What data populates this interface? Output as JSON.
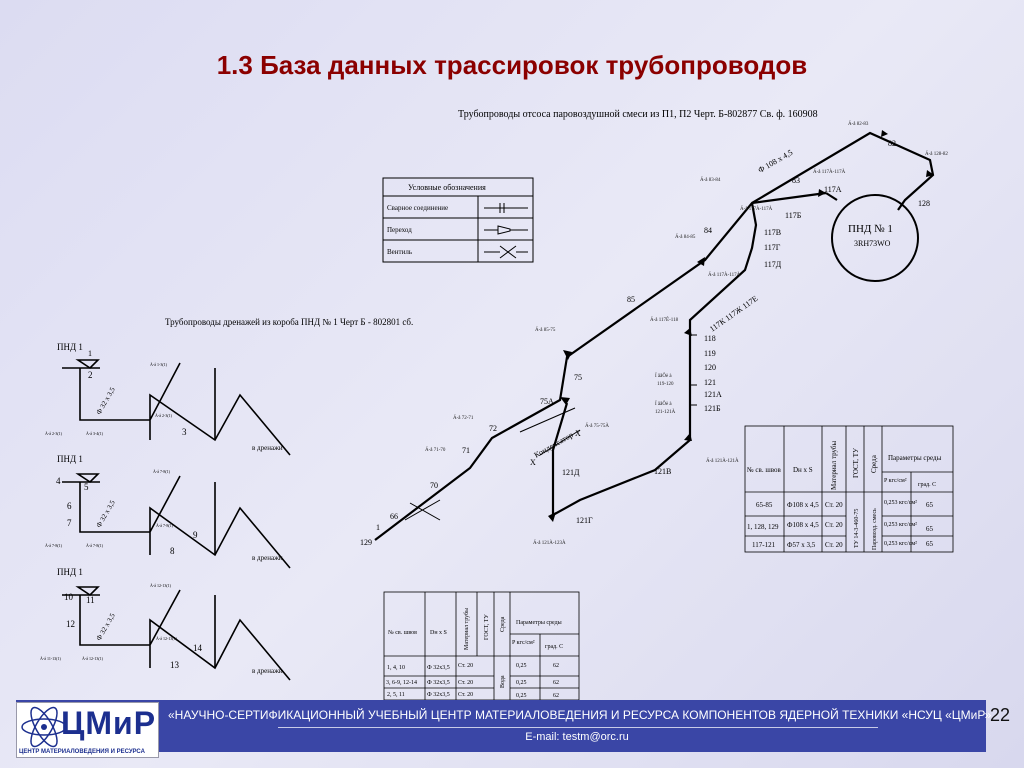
{
  "slide_title": "1.3 База данных трассировок трубопроводов",
  "main_caption": "Трубопроводы отсоса паровоздушной смеси из П1, П2 Черт. Б-802877 Св. ф. 160908",
  "drain_caption": "Трубопроводы дренажей из короба ПНД № 1 Черт Б - 802801 сб.",
  "pnd_label": "ПНД № 1",
  "pnd_code": "3RH73WO",
  "legend": {
    "title": "Условные обозначения",
    "rows": [
      "Сварное соединение",
      "Переход",
      "Вентиль"
    ]
  },
  "pipe_labels": {
    "dim_main": "Ф 108 х 4,5",
    "s82": "82",
    "s83": "83",
    "s84": "84",
    "s85": "85",
    "s117A": "117А",
    "s117B": "117Б",
    "s117V": "117В",
    "s117G": "117Г",
    "s117D": "117Д",
    "s117K_E": "117К 117Ж 117Е",
    "s118": "118",
    "s119": "119",
    "s120": "120",
    "s121": "121",
    "s121A": "121А",
    "s121B": "121Б",
    "s121V": "121В",
    "s121G": "121Г",
    "s121D": "121Д",
    "s128": "128",
    "s75": "75",
    "s75A": "75А",
    "s72": "72",
    "s71": "71",
    "s70": "70",
    "s66": "66",
    "s1": "1",
    "s129": "129",
    "kondensator": "Конденсатор",
    "x": "Х"
  },
  "small_refs": {
    "r82_83": "Ä-å 82-83",
    "r128_82": "Ä-å 128-82",
    "r117A_117A": "Ä-å 117À-117À",
    "r83_84": "Ä-å 83-84",
    "r117A_117A_b": "Ä-å 117À-117À",
    "r84_85": "Ä-å 84-85",
    "r117A_117A_c": "Ä-å 117À-117À",
    "r117E_118": "Ä-å 117Ê-118",
    "r85_75": "Ä-å 85-75",
    "r119_120a": "Ï ååÔè à",
    "r119_120b": "119-120",
    "r121_121a": "Ï ååÔè à",
    "r121_121b": "121-121À",
    "r72_71": "Ä-å 72-71",
    "r75_75A": "Ä-å 75-75À",
    "r71_70": "Ä-å 71-70",
    "r121A_121": "Ä-å 121À-121À",
    "r121A_123A": "Ä-å 121À-123À"
  },
  "drain_blocks": [
    {
      "pnd": "ПНД 1",
      "nums": [
        "1",
        "2",
        "3"
      ],
      "dim": "Ф 32 х 3,5",
      "drain": "в дренажи",
      "refs": [
        "Ä-å 2-3(1)",
        "Ä-å 3-4(1)",
        "Ä-å 1-3(1)",
        "Ä-å 2-3(1)"
      ]
    },
    {
      "pnd": "ПНД 1",
      "nums": [
        "4",
        "5",
        "6",
        "7",
        "8",
        "9"
      ],
      "dim": "Ф 32 х 3,5",
      "drain": "в дренажи",
      "refs": [
        "Ä-å 7-8(1)",
        "Ä-å 7-8(1)",
        "Ä-å 7-8(1)",
        "Ä-å 7-8(1)"
      ]
    },
    {
      "pnd": "ПНД 1",
      "nums": [
        "10",
        "11",
        "12",
        "13",
        "14"
      ],
      "dim": "Ф 32 х 3,5",
      "drain": "в дренажи",
      "refs": [
        "Ä-å 11-13(1)",
        "Ä-å 12-13(1)",
        "Ä-å 12-13(1)",
        "Ä-å 12-13(1)"
      ]
    }
  ],
  "table_right": {
    "headers": [
      "№ св. швов",
      "Dн х S",
      "Материал трубы",
      "ГОСТ, ТУ",
      "Среда",
      "Параметры среды"
    ],
    "subheaders": [
      "P кгс/см²",
      "град. С"
    ],
    "rows": [
      [
        "65-85",
        "Ф108 х 4,5",
        "Ст. 20",
        "0,253 кгс/см²",
        "65"
      ],
      [
        "1, 128, 129",
        "Ф108 х 4,5",
        "Ст. 20",
        "0,253 кгс/см²",
        "65"
      ],
      [
        "117-121",
        "Ф57 х 3,5",
        "Ст. 20",
        "0,253 кгс/см²",
        "65"
      ]
    ],
    "gost": "ТУ 14-3-460-75",
    "medium": "Паровозд. смесь"
  },
  "table_bottom": {
    "headers": [
      "№ св. швов",
      "Dн х S",
      "Материал трубы",
      "ГОСТ, ТУ",
      "Среда",
      "Параметры среды"
    ],
    "subheaders": [
      "P кгс/см²",
      "град. С"
    ],
    "rows": [
      [
        "1, 4, 10",
        "Ф 32х3,5",
        "Ст. 20",
        "0,25",
        "62"
      ],
      [
        "3, 6-9, 12-14",
        "Ф 32х3,5",
        "Ст. 20",
        "0,25",
        "62"
      ],
      [
        "2, 5, 11",
        "Ф 32х3,5",
        "Ст. 20",
        "0,25",
        "62"
      ]
    ],
    "medium": "Вода"
  },
  "footer": {
    "logo_text": "ЦМиР",
    "logo_caption": "ЦЕНТР МАТЕРИАЛОВЕДЕНИЯ И РЕСУРСА",
    "org": "«НАУЧНО-СЕРТИФИКАЦИОННЫЙ УЧЕБНЫЙ ЦЕНТР МАТЕРИАЛОВЕДЕНИЯ И РЕСУРСА КОМПОНЕНТОВ ЯДЕРНОЙ ТЕХНИКИ «НСУЦ «ЦМиР»",
    "email": "E-mail: testm@orc.ru"
  },
  "page_number": "22"
}
